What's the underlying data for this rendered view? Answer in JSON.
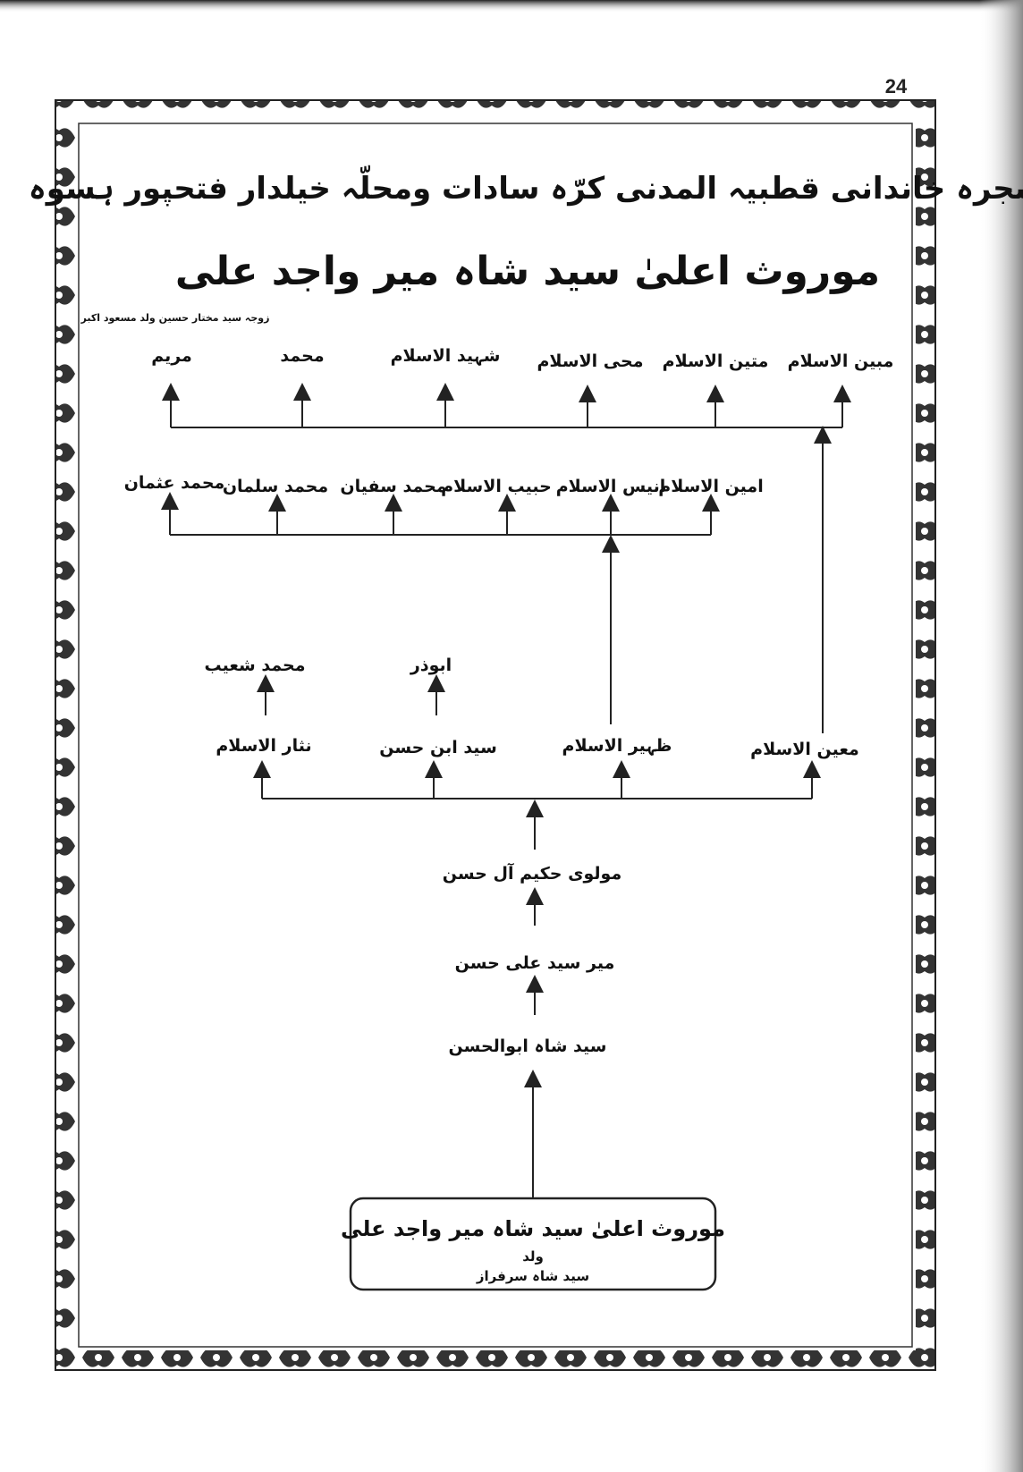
{
  "page_number": "24",
  "title": "شجرہ خاندانی قطبیہ المدنی کرّہ سادات ومحلّہ خیلدار فتحپور ہسوہ",
  "subtitle": "موروث اعلیٰ سید شاہ میر واجد علی",
  "annotation": "زوجہ سید مختار حسین ولد مسعود اکبر",
  "generation_top": [
    "مبین الاسلام",
    "متین الاسلام",
    "محی الاسلام",
    "شہید الاسلام",
    "محمد",
    "مریم"
  ],
  "generation_second": [
    "امین الاسلام",
    "انیس الاسلام",
    "حبیب الاسلام",
    "محمد سفیان",
    "محمد سلمان",
    "محمد عثمان"
  ],
  "grandchildren": [
    "ابوذر",
    "محمد شعیب"
  ],
  "children": [
    "معین الاسلام",
    "ظہیر الاسلام",
    "سید ابن حسن",
    "نثار الاسلام"
  ],
  "lineage": [
    "مولوی حکیم آل حسن",
    "میر سید علی حسن",
    "سید شاہ ابوالحسن"
  ],
  "root_box": {
    "name": "موروث اعلیٰ سید شاہ میر واجد علی",
    "relation": "ولد",
    "father": "سید شاہ سرفراز"
  },
  "colors": {
    "ink": "#111111",
    "paper": "#ffffff",
    "shadow": "#9a9a9a"
  }
}
